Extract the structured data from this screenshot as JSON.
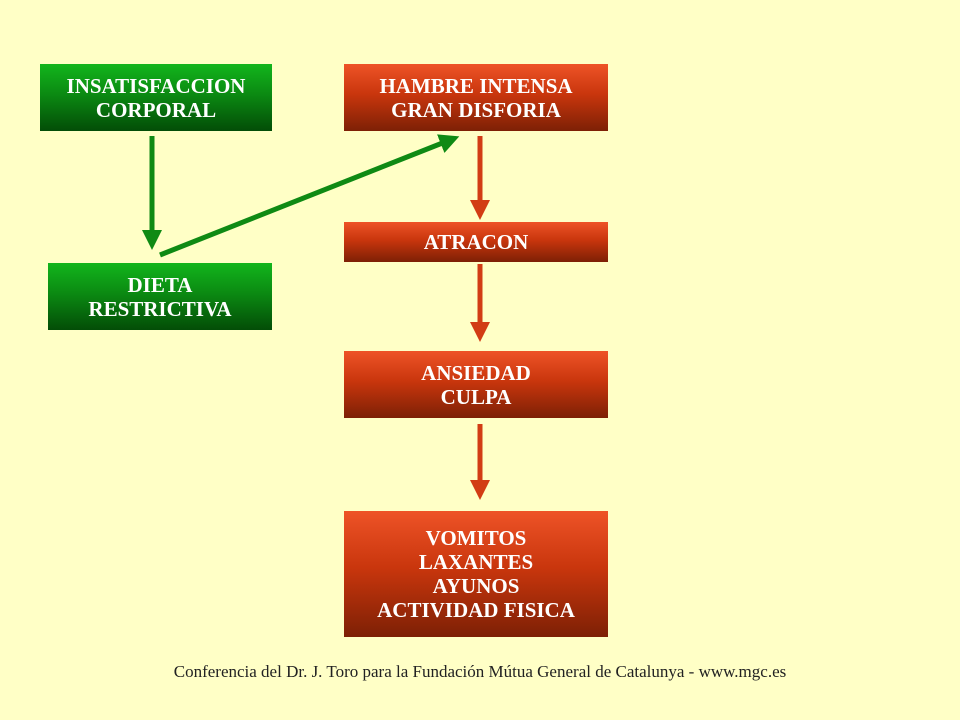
{
  "diagram": {
    "nodes": {
      "insatisfaccion": {
        "lines": [
          "INSATISFACCION",
          "CORPORAL"
        ]
      },
      "dieta": {
        "lines": [
          "DIETA",
          "RESTRICTIVA"
        ]
      },
      "hambre": {
        "lines": [
          "HAMBRE INTENSA",
          "GRAN DISFORIA"
        ]
      },
      "atracon": {
        "lines": [
          "ATRACON"
        ]
      },
      "ansiedad": {
        "lines": [
          "ANSIEDAD",
          "CULPA"
        ]
      },
      "vomitos": {
        "lines": [
          "VOMITOS",
          "LAXANTES",
          "AYUNOS",
          "ACTIVIDAD FISICA"
        ]
      }
    },
    "colors": {
      "green_arrow": "#0f8a14",
      "red_arrow": "#d23c14",
      "background": "#ffffc6"
    }
  },
  "footer": {
    "text": "Conferencia del Dr. J. Toro para la Fundación Mútua General de Catalunya - www.mgc.es"
  }
}
